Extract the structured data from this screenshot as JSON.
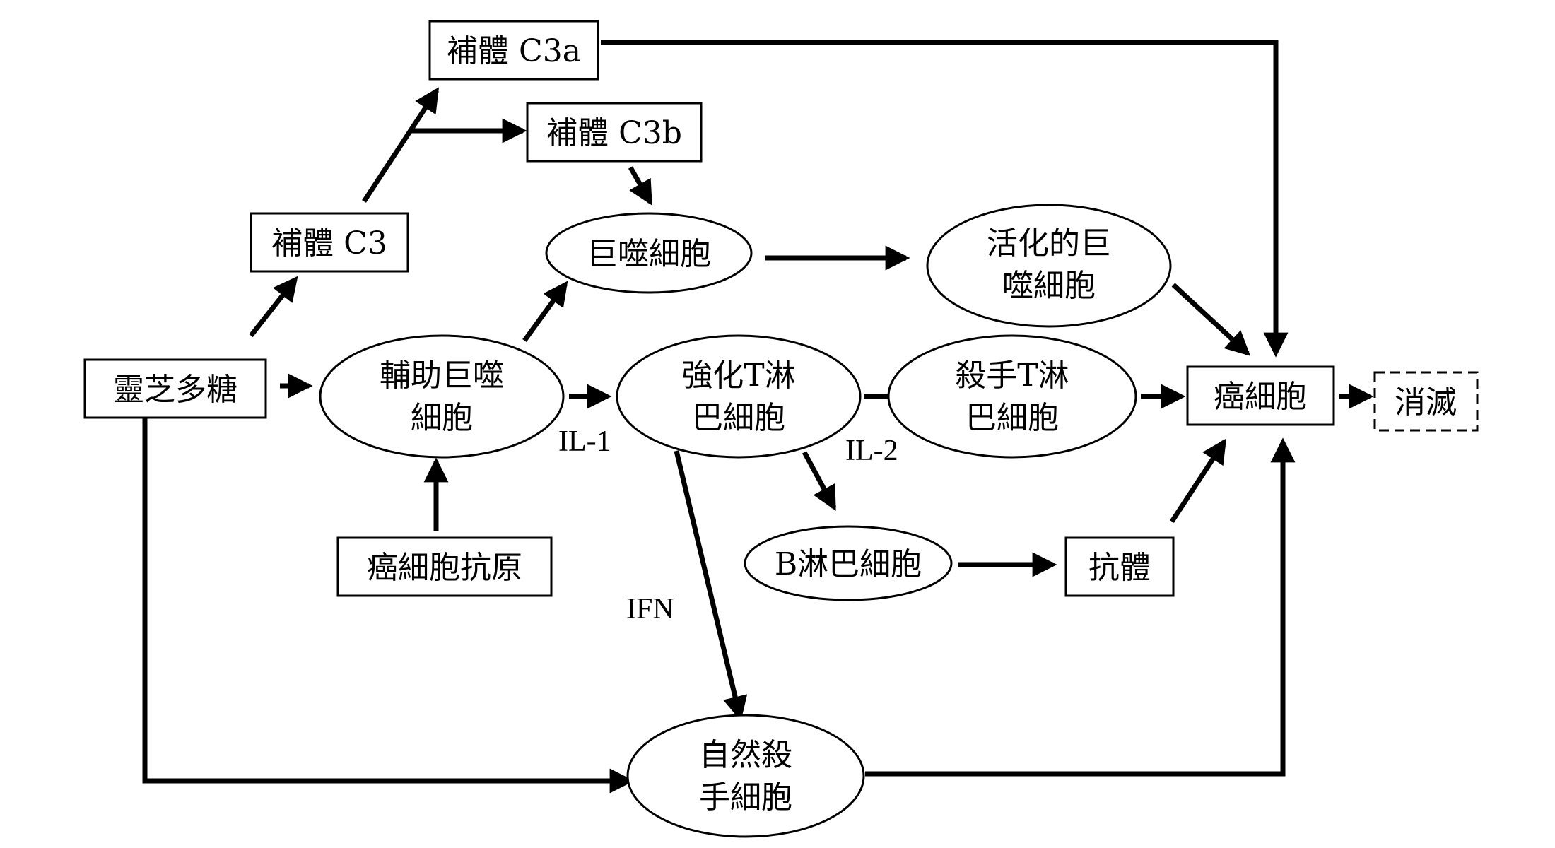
{
  "nodes": {
    "c3a": "補體 C3a",
    "c3b": "補體 C3b",
    "c3": "補體 C3",
    "macrophage": "巨噬細胞",
    "activated_macrophage": [
      "活化的巨",
      "噬細胞"
    ],
    "polysaccharide": "靈芝多糖",
    "helper_macrophage": [
      "輔助巨噬",
      "細胞"
    ],
    "enhanced_t": [
      "強化T淋",
      "巴細胞"
    ],
    "killer_t": [
      "殺手T淋",
      "巴細胞"
    ],
    "cancer_cell": "癌細胞",
    "eliminated": "消滅",
    "cancer_antigen": "癌細胞抗原",
    "b_cell": "B淋巴細胞",
    "antibody": "抗體",
    "nk_cell": [
      "自然殺",
      "手細胞"
    ]
  },
  "edge_labels": {
    "il1": "IL-1",
    "il2": "IL-2",
    "ifn": "IFN"
  }
}
